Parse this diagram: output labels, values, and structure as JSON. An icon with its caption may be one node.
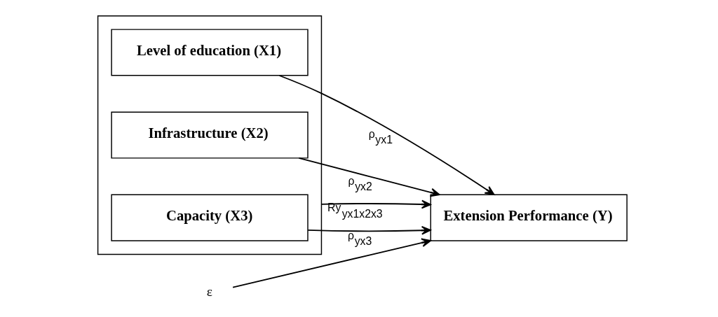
{
  "diagram": {
    "nodes": [
      {
        "text": [],
        "shape": "box"
      },
      {
        "text": [
          "Level of education (X1)"
        ],
        "in": 0
      },
      {
        "text": [
          "Infrastructure (X2)"
        ],
        "in": 0
      },
      {
        "text": [
          "Capacity (X3)"
        ],
        "in": 0
      },
      {
        "text": [
          "Extension Performance (Y)"
        ]
      },
      {
        "text": [
          "ε"
        ]
      }
    ],
    "edges": [
      {
        "from": 1,
        "to": 4,
        "arrow": "to",
        "label": "ρ$_{yx1}$"
      },
      {
        "from": 2,
        "to": 4,
        "arrow": "to",
        "label": "ρ$_{yx2}$"
      },
      {
        "from": 3,
        "to": 4,
        "arrow": "to",
        "label": "ρ$_{yx3}$"
      },
      {
        "from": 5,
        "to": 4,
        "arrow": "to"
      },
      {
        "from": 0,
        "to": 4,
        "arrow": "to",
        "label": "Ry$_{yx1x2x3}$"
      }
    ]
  }
}
